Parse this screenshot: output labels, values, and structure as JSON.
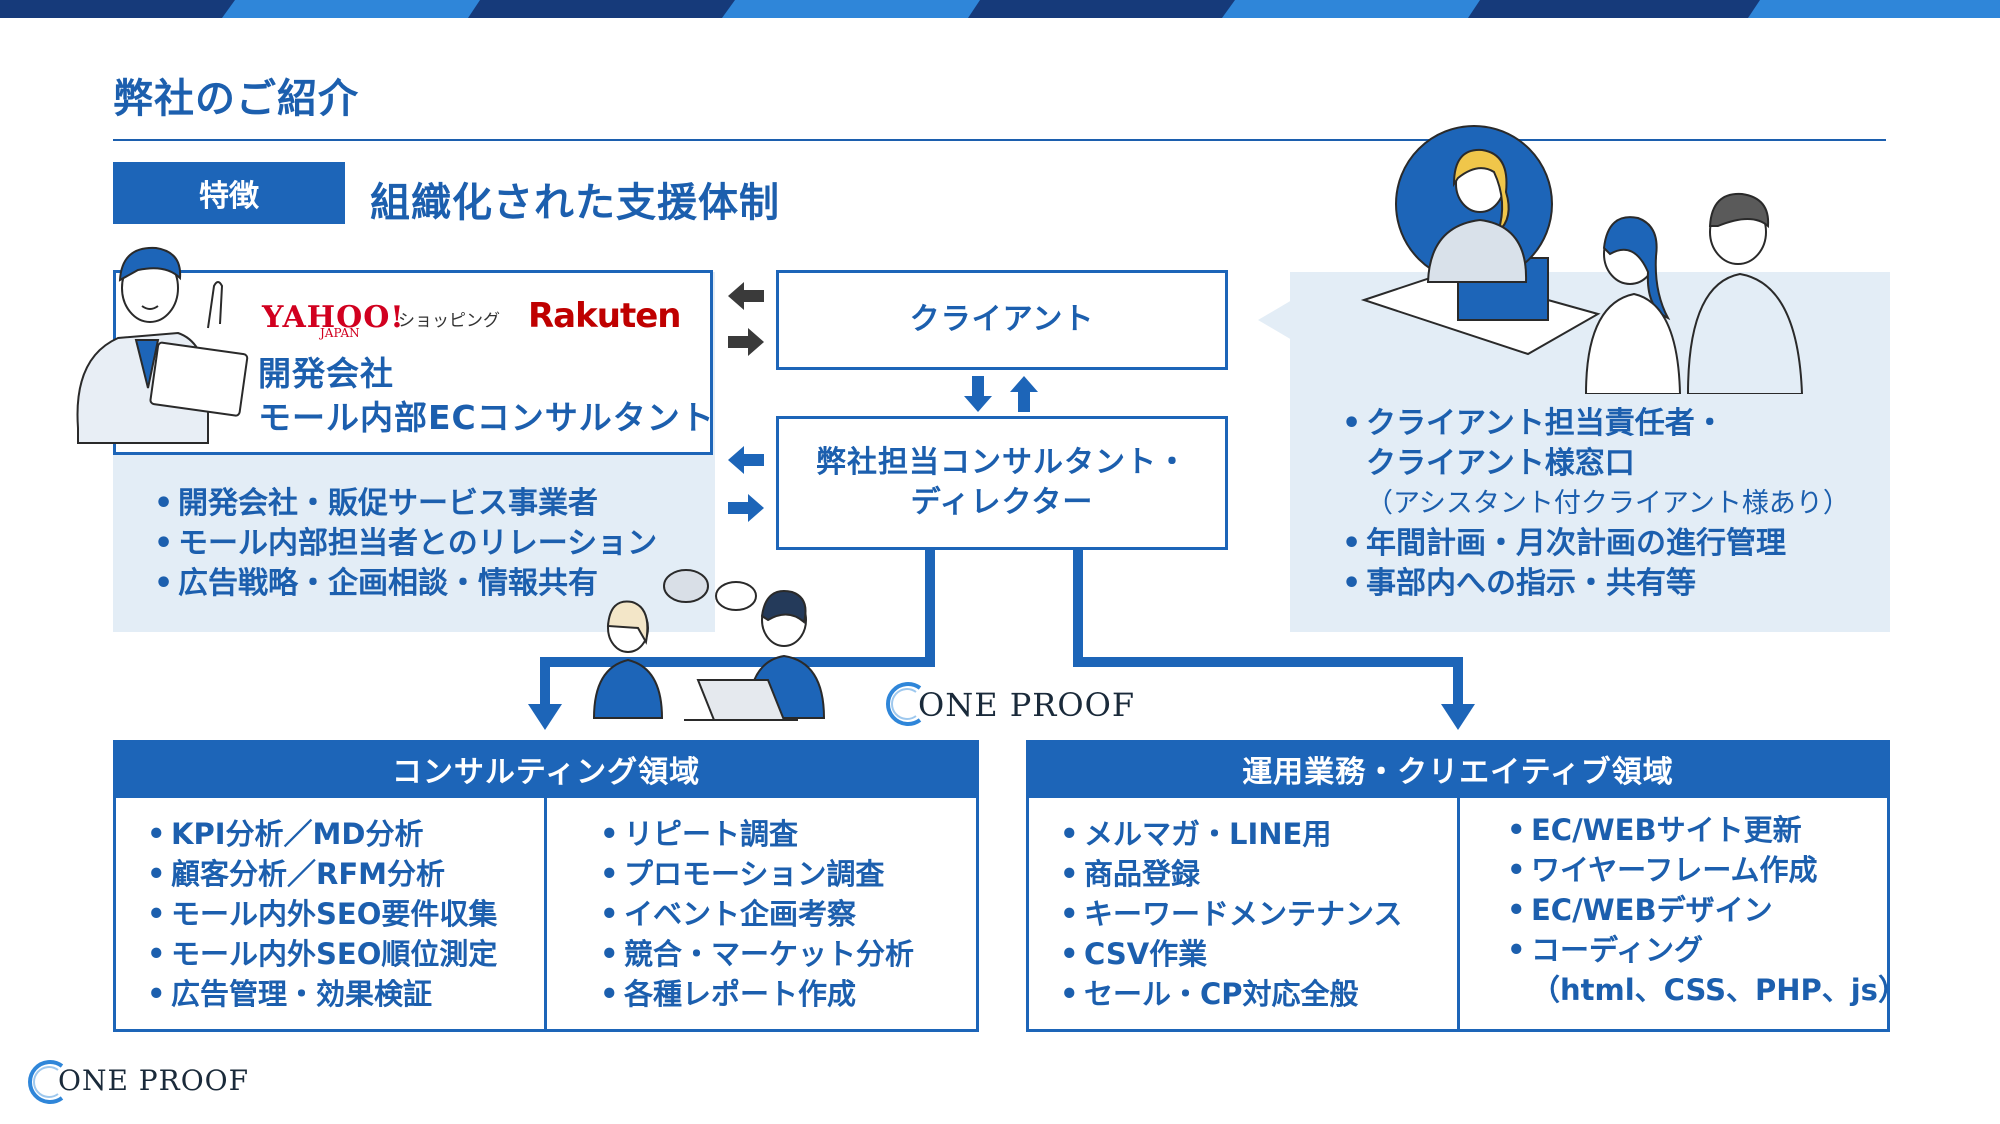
{
  "header": {
    "title": "弊社のご紹介",
    "badge": "特徴",
    "subtitle": "組織化された支援体制"
  },
  "colors": {
    "primary": "#1d65b8",
    "text": "#1c5fae",
    "panel_bg": "#e3edf6",
    "stripe_dark": "#163a7a",
    "stripe_light": "#2f86d9"
  },
  "left_panel": {
    "yahoo_logo": "YAHOO!",
    "yahoo_sub": "JAPAN",
    "shopping": "ショッピング",
    "rakuten_logo": "Rakuten",
    "title_line1": "開発会社",
    "title_line2": "モール内部ECコンサルタント",
    "bullets": [
      "開発会社・販促サービス事業者",
      "モール内部担当者とのリレーション",
      "広告戦略・企画相談・情報共有"
    ]
  },
  "center": {
    "client_label": "クライアント",
    "consultant_line1": "弊社担当コンサルタント・",
    "consultant_line2": "ディレクター"
  },
  "right_panel": {
    "bullet1_line1": "クライアント担当責任者・",
    "bullet1_line2": "クライアント様窓口",
    "bullet1_note": "（アシスタント付クライアント様あり）",
    "bullet2": "年間計画・月次計画の進行管理",
    "bullet3": "事部内への指示・共有等"
  },
  "consulting": {
    "title": "コンサルティング領域",
    "col1": [
      "KPI分析／MD分析",
      "顧客分析／RFM分析",
      "モール内外SEO要件収集",
      "モール内外SEO順位測定",
      "広告管理・効果検証"
    ],
    "col2": [
      "リピート調査",
      "プロモーション調査",
      "イベント企画考察",
      "競合・マーケット分析",
      "各種レポート作成"
    ]
  },
  "operations": {
    "title": "運用業務・クリエイティブ領域",
    "col1": [
      "メルマガ・LINE用",
      "商品登録",
      "キーワードメンテナンス",
      "CSV作業",
      "セール・CP対応全般"
    ],
    "col2": [
      "EC/WEBサイト更新",
      "ワイヤーフレーム作成",
      "EC/WEBデザイン",
      "コーディング",
      "（html、CSS、PHP、js）"
    ]
  },
  "brand": {
    "center_logo": "ONE PROOF",
    "footer_logo": "ONE PROOF"
  }
}
